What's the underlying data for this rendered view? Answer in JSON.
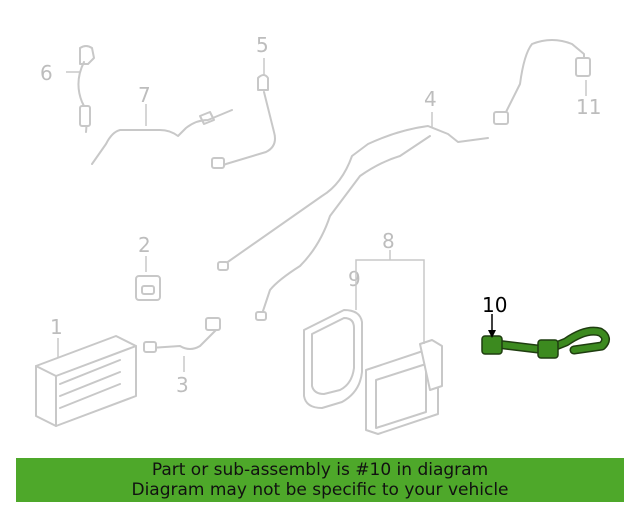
{
  "callouts": {
    "c1": "1",
    "c2": "2",
    "c3": "3",
    "c4": "4",
    "c5": "5",
    "c6": "6",
    "c7": "7",
    "c8": "8",
    "c9": "9",
    "c10": "10",
    "c11": "11"
  },
  "highlight": {
    "part_number": "10",
    "color": "#3c8a1f"
  },
  "banner": {
    "line1": "Part or sub-assembly is #10 in diagram",
    "line2": "Diagram may not be specific to your vehicle",
    "background": "#4ea82a"
  }
}
